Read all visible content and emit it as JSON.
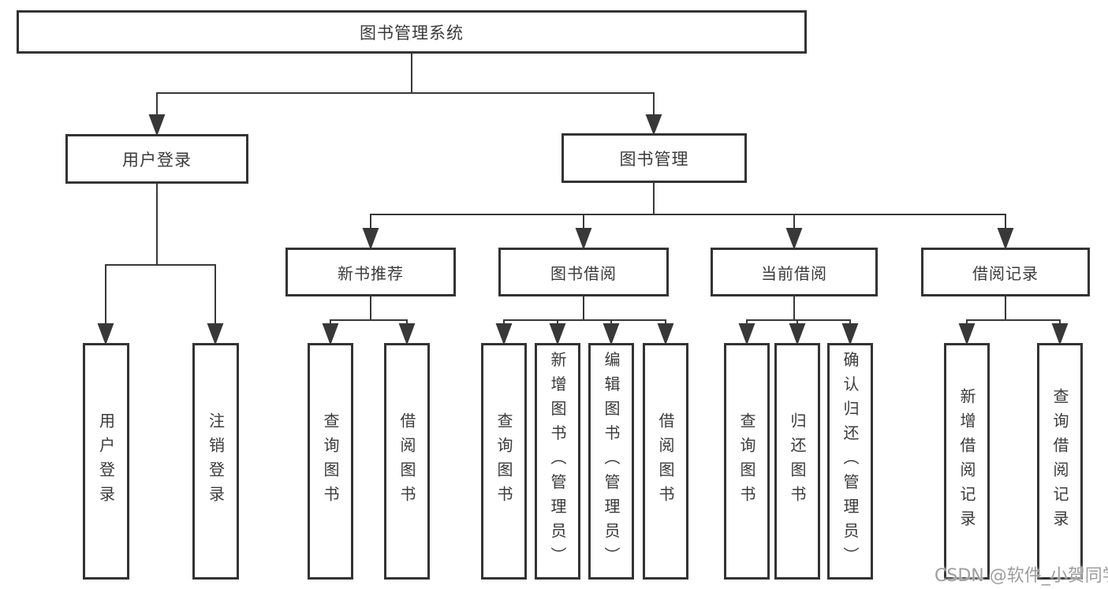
{
  "tree": {
    "root": {
      "label": "图书管理系统"
    },
    "branches": [
      {
        "label": "用户登录",
        "children": [
          {
            "label": "用户登录"
          },
          {
            "label": "注销登录"
          }
        ]
      },
      {
        "label": "图书管理",
        "children": [
          {
            "label": "新书推荐",
            "children": [
              {
                "label": "查询图书"
              },
              {
                "label": "借阅图书"
              }
            ]
          },
          {
            "label": "图书借阅",
            "children": [
              {
                "label": "查询图书"
              },
              {
                "label": "新增图书（管理员）"
              },
              {
                "label": "编辑图书（管理员）"
              },
              {
                "label": "借阅图书"
              }
            ]
          },
          {
            "label": "当前借阅",
            "children": [
              {
                "label": "查询图书"
              },
              {
                "label": "归还图书"
              },
              {
                "label": "确认归还（管理员）"
              }
            ]
          },
          {
            "label": "借阅记录",
            "children": [
              {
                "label": "新增借阅记录"
              },
              {
                "label": "查询借阅记录"
              }
            ]
          }
        ]
      }
    ]
  },
  "watermark": {
    "text": "CSDN @软件_小贺同学"
  },
  "colors": {
    "line": "#383838",
    "box_border": "#333333",
    "text": "#3a3a3a",
    "watermark": "#9e9e9e",
    "background": "#ffffff"
  }
}
